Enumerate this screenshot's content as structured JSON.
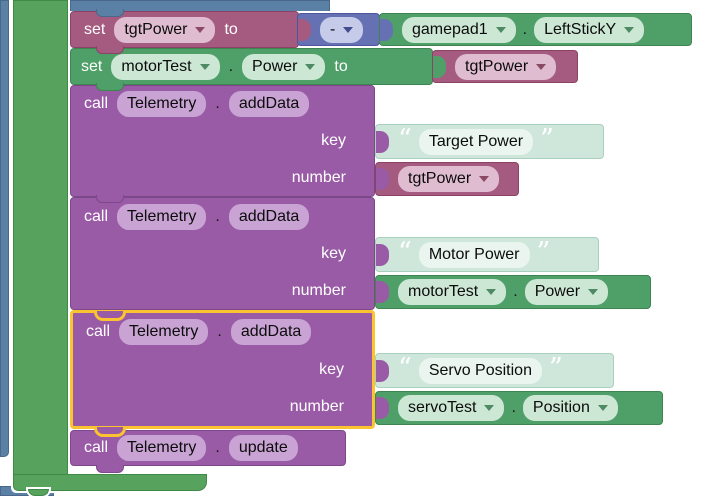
{
  "colors": {
    "outer_blue": "#5b80a5",
    "loop_green": "#57a25c",
    "property_green": "#4f9f68",
    "variable_pink": "#a55b80",
    "math_blue": "#6671b3",
    "procedure_purple": "#995ba5",
    "text_mint": "#cfe7db",
    "selection_yellow": "#fcc331"
  },
  "punctuation": {
    "dot": ".",
    "open_quote": "“",
    "close_quote": "”"
  },
  "statements": {
    "set_tgt_power": {
      "kw": "set",
      "var": "tgtPower",
      "to": "to"
    },
    "negate": {
      "op": "-"
    },
    "gamepad_getter": {
      "obj": "gamepad1",
      "prop": "LeftStickY"
    },
    "set_motor_power": {
      "kw": "set",
      "obj": "motorTest",
      "prop": "Power",
      "to": "to",
      "val": "tgtPower"
    },
    "add_data_target": {
      "kw": "call",
      "obj": "Telemetry",
      "method": "addData",
      "key_label": "key",
      "key": "Target Power",
      "num_label": "number",
      "num_var": "tgtPower"
    },
    "add_data_motor": {
      "kw": "call",
      "obj": "Telemetry",
      "method": "addData",
      "key_label": "key",
      "key": "Motor Power",
      "num_label": "number",
      "num_obj": "motorTest",
      "num_prop": "Power"
    },
    "add_data_servo": {
      "kw": "call",
      "obj": "Telemetry",
      "method": "addData",
      "key_label": "key",
      "key": "Servo Position",
      "num_label": "number",
      "num_obj": "servoTest",
      "num_prop": "Position"
    },
    "telemetry_update": {
      "kw": "call",
      "obj": "Telemetry",
      "method": "update"
    }
  }
}
